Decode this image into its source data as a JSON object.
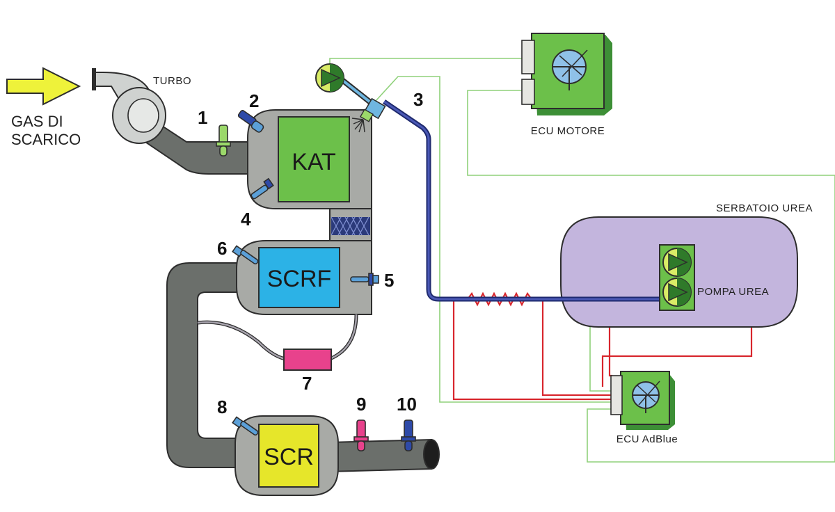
{
  "exhaust_label_line1": "GAS DI",
  "exhaust_label_line2": "SCARICO",
  "turbo_label": "TURBO",
  "components": {
    "kat": "KAT",
    "scrf": "SCRF",
    "scr": "SCR",
    "ecu_motore": "ECU MOTORE",
    "ecu_adblue": "ECU AdBlue",
    "serbatoio": "SERBATOIO UREA",
    "pompa": "POMPA UREA"
  },
  "numbers": {
    "n1": "1",
    "n2": "2",
    "n3": "3",
    "n4": "4",
    "n5": "5",
    "n6": "6",
    "n7": "7",
    "n8": "8",
    "n9": "9",
    "n10": "10"
  },
  "colors": {
    "pipe": "#6b6f6b",
    "can": "#a8aaa6",
    "kat": "#6cc04a",
    "scrf": "#2cb2e6",
    "scr": "#e6e62a",
    "ecu": "#6cc04a",
    "tank": "#c3b5dd",
    "urea_line": "#2e3b8f",
    "heater": "#d8262d",
    "wire": "#8fd17a",
    "sensor7": "#e8428c",
    "arrow": "#eef23a"
  }
}
